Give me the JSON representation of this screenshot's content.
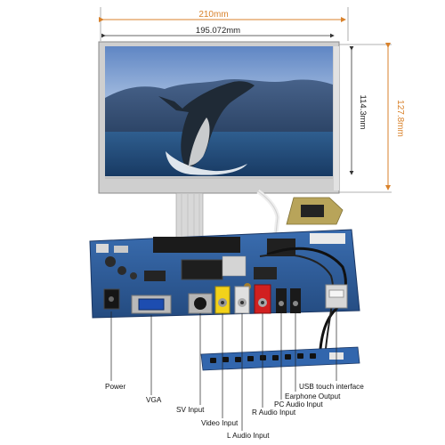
{
  "dimensions": {
    "outer_width": "210mm",
    "inner_width": "195.072mm",
    "outer_height": "127.8mm",
    "inner_height": "114.3mm"
  },
  "colors": {
    "dimension_accent": "#d9822b",
    "pcb_blue": "#2d5b9a",
    "label_text": "#111111"
  },
  "labels": {
    "power": "Power",
    "vga": "VGA",
    "sv_input": "SV Input",
    "video_input": "Video Input",
    "l_audio_input": "L Audio Input",
    "r_audio_input": "R Audio Input",
    "pc_audio_input": "PC Audio Input",
    "earphone_output": "Earphone Output",
    "usb_touch_interface": "USB touch interface"
  }
}
